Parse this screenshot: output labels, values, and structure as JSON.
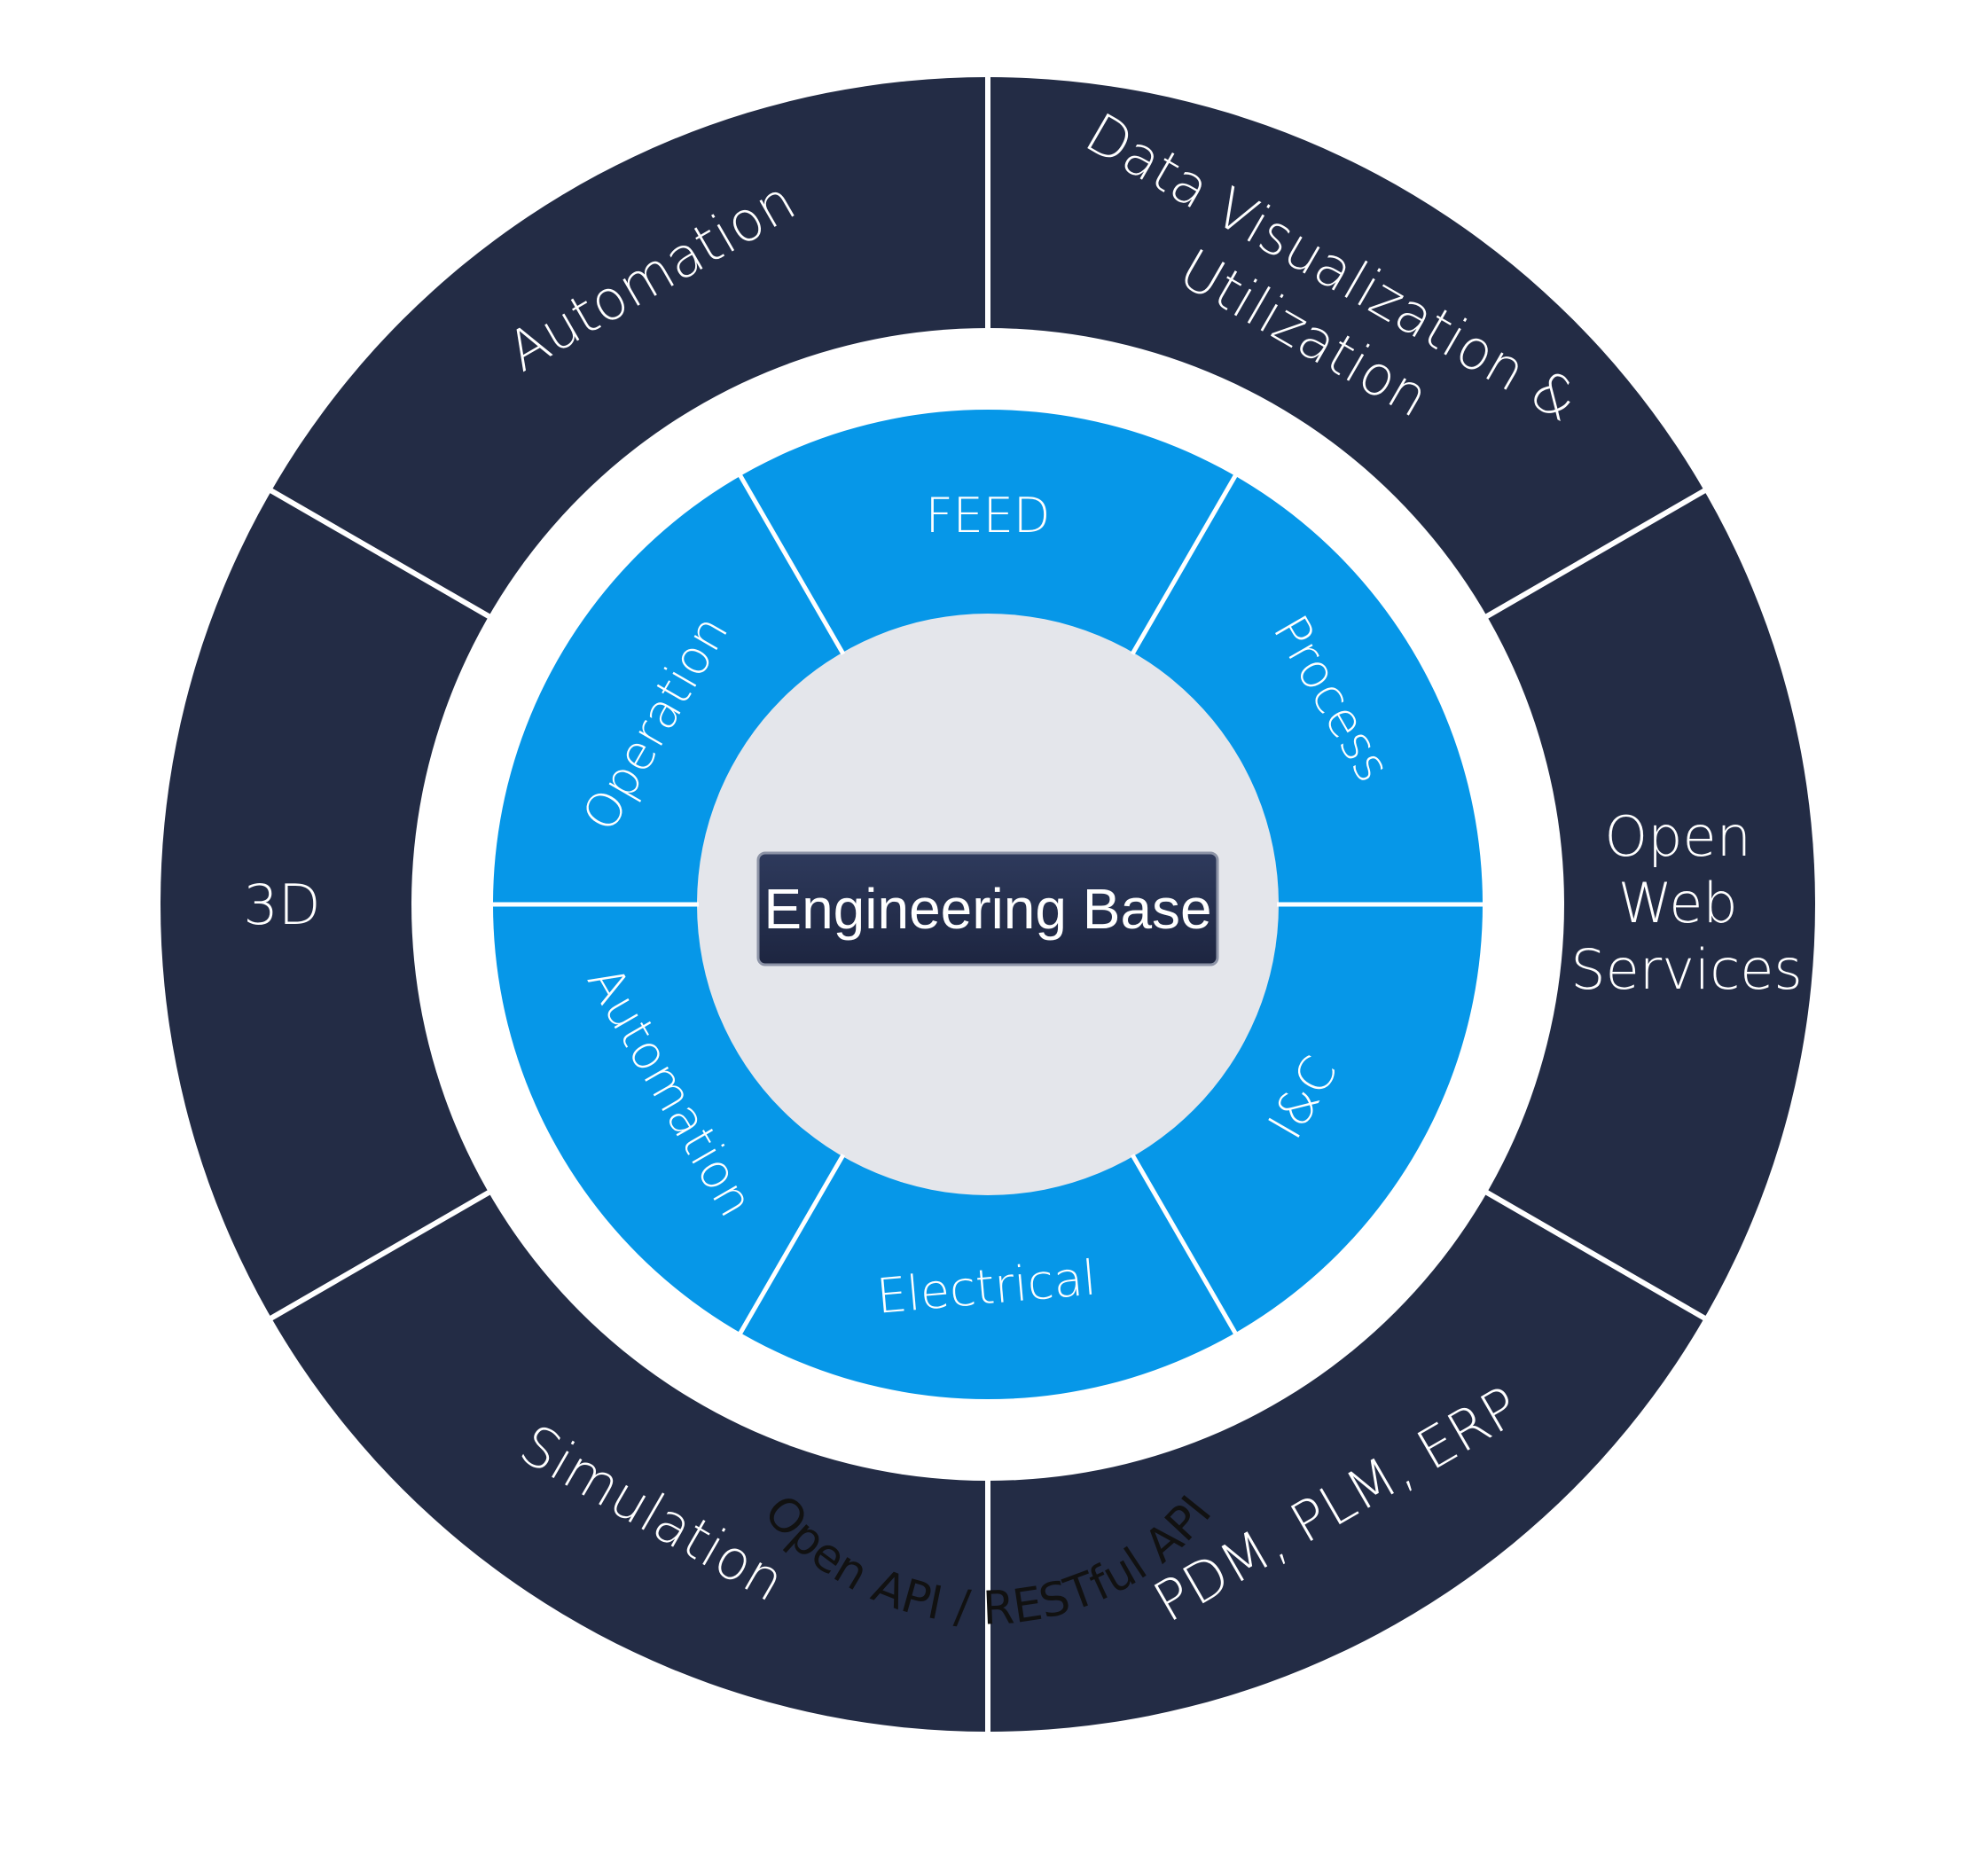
{
  "colors": {
    "outer_ring": "#232c45",
    "inner_ring": "#0697e8",
    "core": "#e4e6eb",
    "divider": "#ffffff",
    "api_band": "#ffffff",
    "badge_bg": "#232c45",
    "badge_border": "#8c93a6",
    "text_light": "#ffffff",
    "text_dark": "#111111"
  },
  "outer_ring": {
    "segments": [
      {
        "id": "automation",
        "lines": [
          "Automation"
        ]
      },
      {
        "id": "data-visualization",
        "lines": [
          "Data Visualization &",
          "Utilization"
        ]
      },
      {
        "id": "open-web-services",
        "lines": [
          "Open",
          "Web",
          "Services"
        ]
      },
      {
        "id": "pdm-plm-erp",
        "lines": [
          "PDM, PLM, ERP"
        ]
      },
      {
        "id": "simulation",
        "lines": [
          "Simulation"
        ]
      },
      {
        "id": "3d",
        "lines": [
          "3D"
        ]
      }
    ]
  },
  "inner_ring": {
    "segments": [
      {
        "id": "feed",
        "label": "FEED"
      },
      {
        "id": "process",
        "label": "Process"
      },
      {
        "id": "ic",
        "label": "I&C"
      },
      {
        "id": "electrical",
        "label": "Electrical"
      },
      {
        "id": "automation",
        "label": "Automation"
      },
      {
        "id": "operation",
        "label": "Operation"
      }
    ]
  },
  "api_band": {
    "label": "Open API / RESTful API"
  },
  "center": {
    "label": "Engineering Base"
  }
}
